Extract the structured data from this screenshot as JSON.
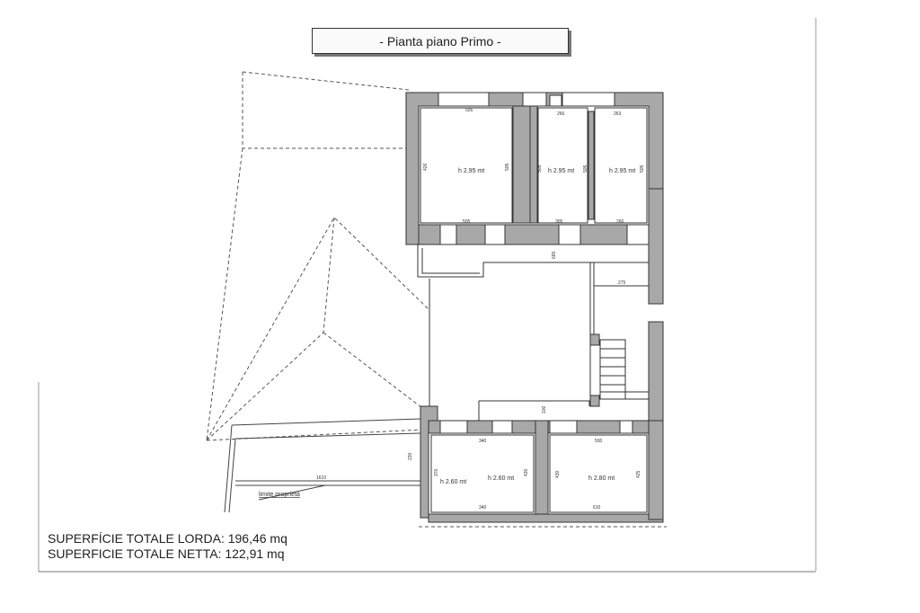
{
  "title": "- Pianta piano Primo -",
  "rooms": [
    {
      "height_label": "h 2.95 mt",
      "dims": [
        "505",
        "505",
        "426",
        "505"
      ]
    },
    {
      "height_label": "h 2.95 mt",
      "dims": [
        "266",
        "305",
        "505",
        "505"
      ]
    },
    {
      "height_label": "h 2.95 mt",
      "dims": [
        "263",
        "266",
        "505"
      ]
    },
    {
      "height_label": "h 2.60 mt",
      "dims": [
        "340",
        "340",
        "370"
      ]
    },
    {
      "height_label": "h 2.60 mt",
      "dims": [
        "430"
      ]
    },
    {
      "height_label": "h 2.80 mt",
      "dims": [
        "500",
        "610",
        "430",
        "425"
      ]
    }
  ],
  "corridor_dims": {
    "a": "275",
    "b": "665",
    "c": "100",
    "d": "230",
    "e": "1610"
  },
  "property_label": "limite proprietà",
  "totals": {
    "gross": "SUPERFÍCIE TOTALE LORDA: 196,46 mq",
    "net": "SUPERFICIE TOTALE NETTA: 122,91 mq"
  },
  "colors": {
    "wall_fill": "#a8a8a8",
    "line": "#333333",
    "dashed": "#555555"
  }
}
